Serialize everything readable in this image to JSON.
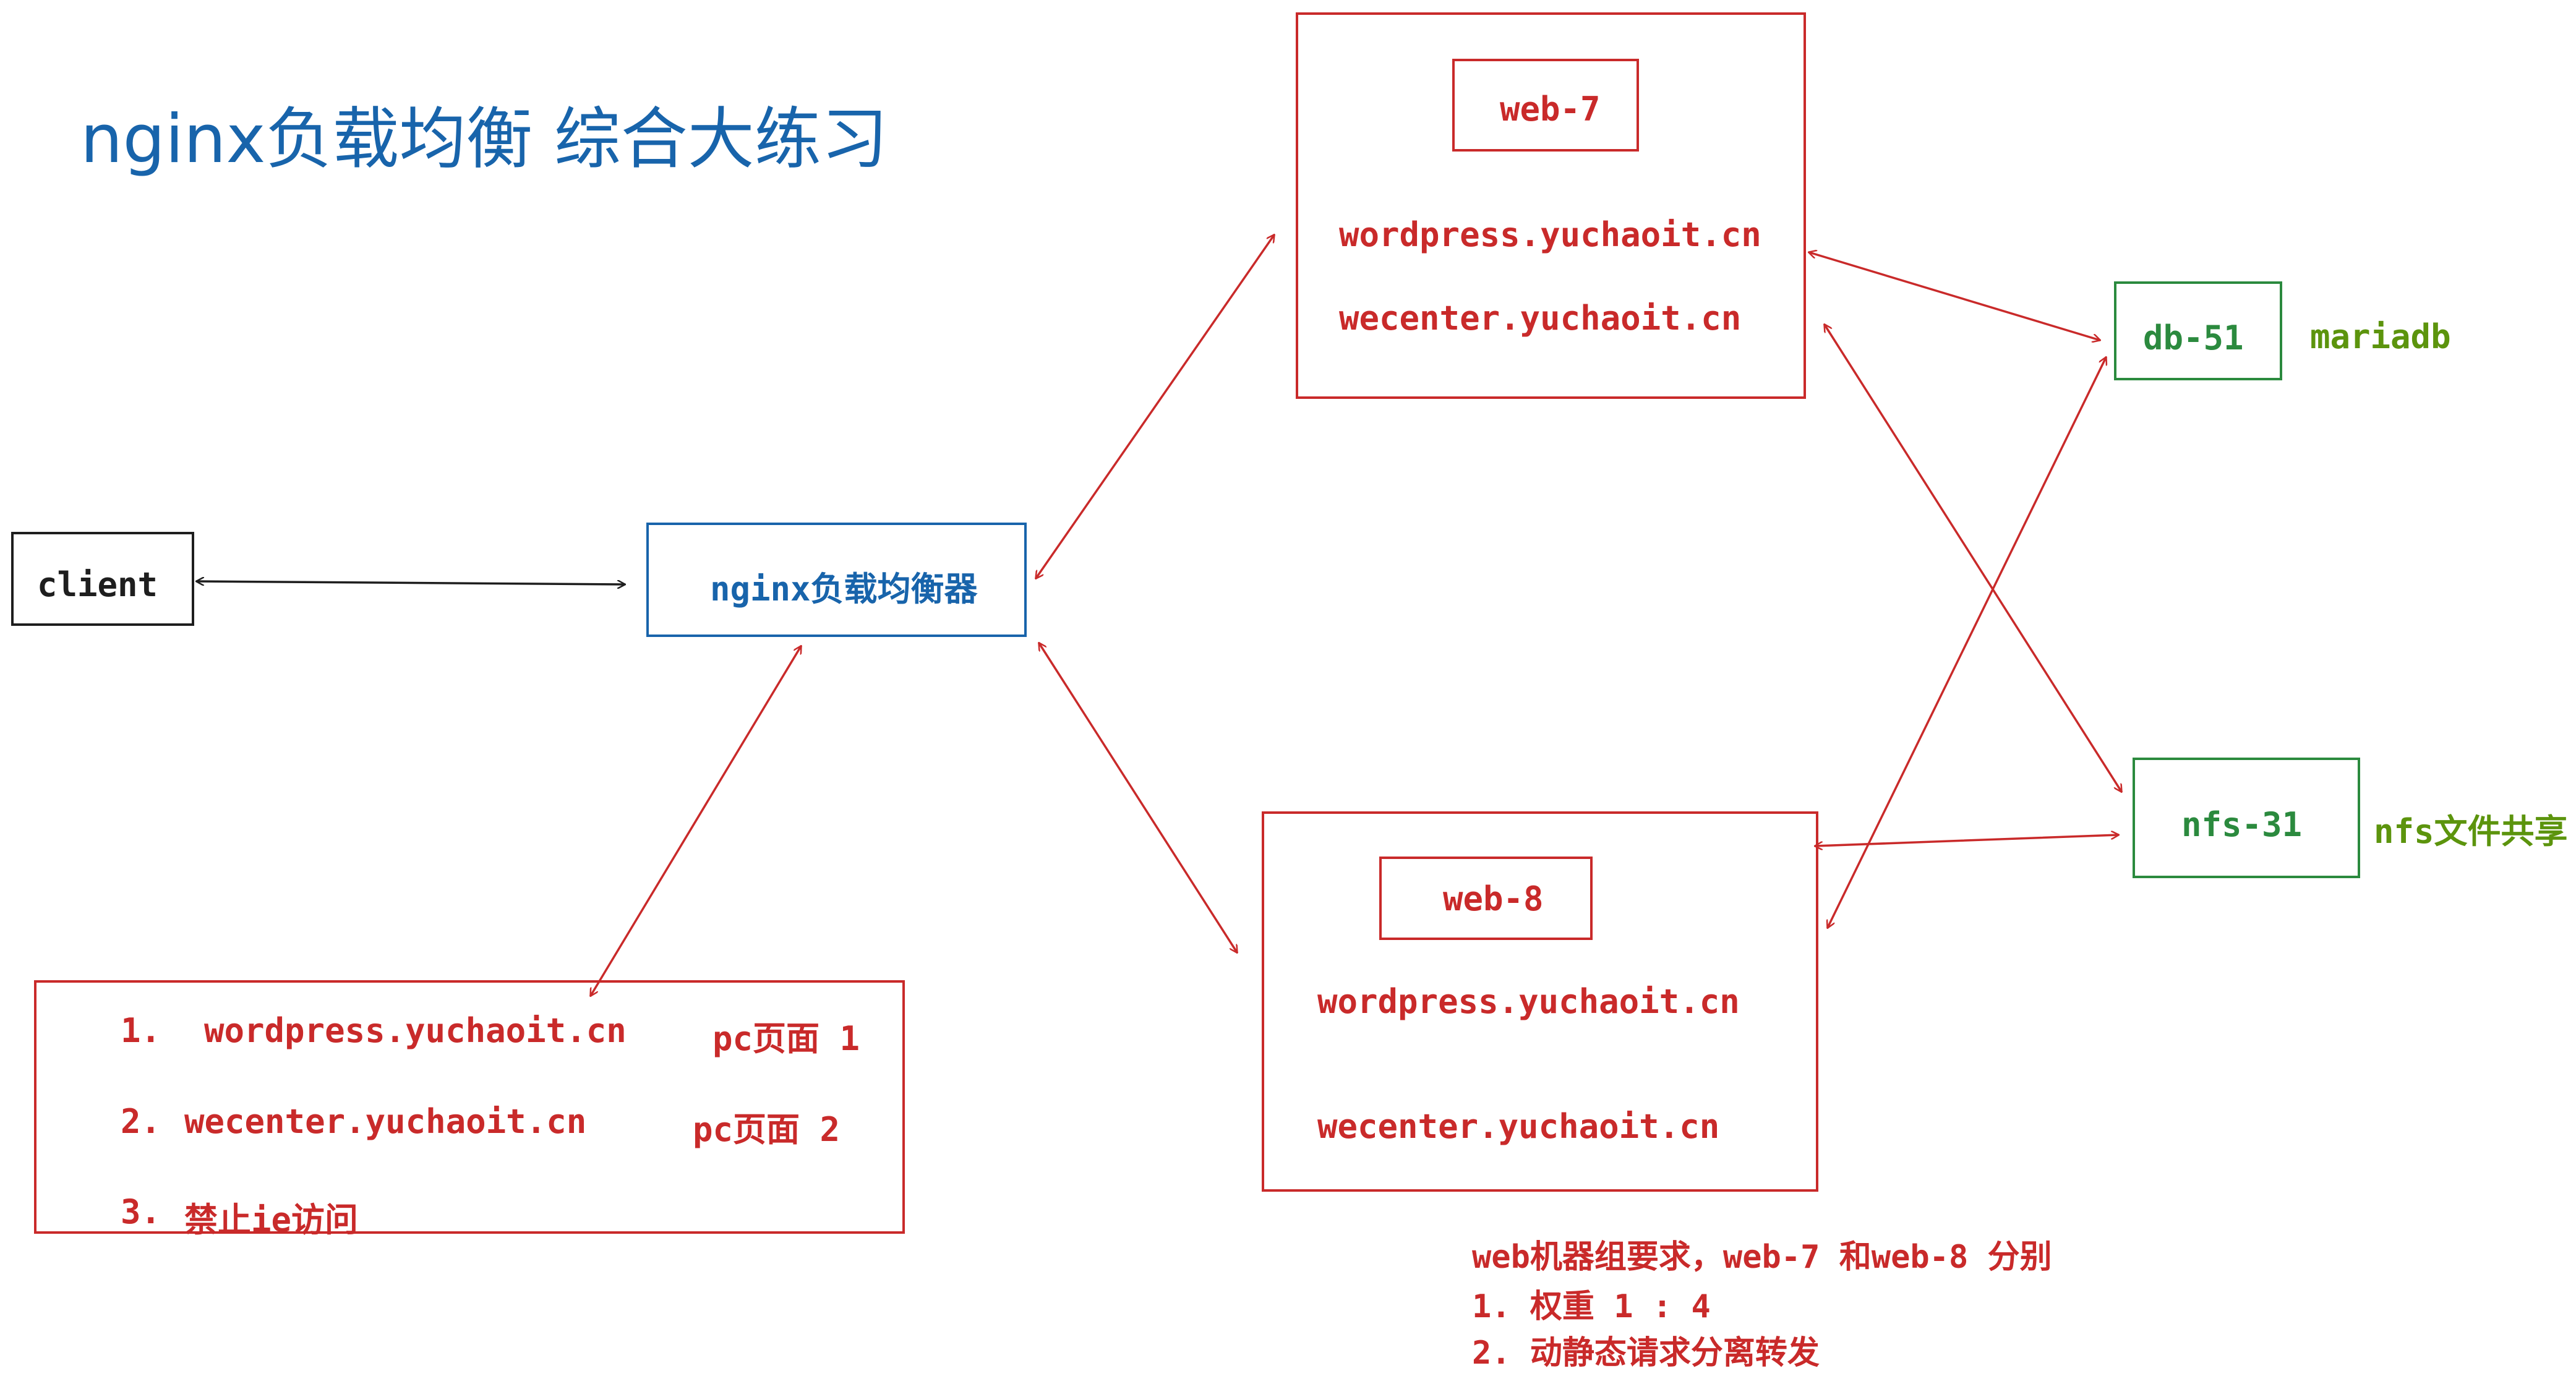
{
  "title": "nginx负载均衡 综合大练习",
  "client": {
    "label": "client"
  },
  "lb": {
    "label": "nginx负载均衡器"
  },
  "web7": {
    "name": "web-7",
    "site1": "wordpress.yuchaoit.cn",
    "site2": "wecenter.yuchaoit.cn"
  },
  "web8": {
    "name": "web-8",
    "site1": "wordpress.yuchaoit.cn",
    "site2": "wecenter.yuchaoit.cn"
  },
  "db": {
    "name": "db-51",
    "note": "mariadb"
  },
  "nfs": {
    "name": "nfs-31",
    "note": "nfs文件共享"
  },
  "requirements": {
    "item1": {
      "num": "1.",
      "site": "wordpress.yuchaoit.cn",
      "desc": "pc页面 1"
    },
    "item2": {
      "num": "2.",
      "site": "wecenter.yuchaoit.cn",
      "desc": "pc页面 2"
    },
    "item3": {
      "num": "3.",
      "text": "禁止ie访问"
    }
  },
  "web_note": {
    "line1": "web机器组要求，web-7 和web-8 分别",
    "line2": "1.  权重 1 : 4",
    "line3": "2.  动静态请求分离转发"
  },
  "colors": {
    "red": "#c92a2a",
    "blue": "#1864ab",
    "green": "#2b8a3e",
    "light_green": "#5c940d",
    "black": "#1e1e1e"
  }
}
